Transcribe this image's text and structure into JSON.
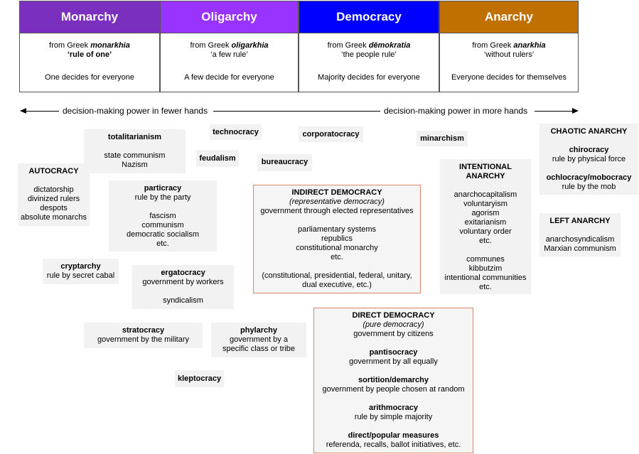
{
  "headers": [
    {
      "title": "Monarchy",
      "from": "from Greek ",
      "word": "monarkhia",
      "meaning": "‘rule of one’",
      "desc": "One decides for everyone",
      "color": "#7b2fbe"
    },
    {
      "title": "Oligarchy",
      "from": "from Greek ",
      "word": "oligarkhia",
      "meaning": "‘a few rule’",
      "desc": "A few decide for everyone",
      "color": "#9933ff"
    },
    {
      "title": "Democracy",
      "from": "from Greek ",
      "word": "dēmokratia",
      "meaning": "‘the people rule’",
      "desc": "Majority decides for everyone",
      "color": "#0000ff"
    },
    {
      "title": "Anarchy",
      "from": "from Greek ",
      "word": "anarkhia",
      "meaning": "‘without rulers’",
      "desc": "Everyone decides for themselves",
      "color": "#c07000"
    }
  ],
  "axis": {
    "left_label": "decision-making power in fewer hands",
    "right_label": "decision-making power in more hands"
  },
  "boxes": {
    "autocracy": {
      "title": "AUTOCRACY",
      "lines": [
        "dictatorship",
        "divinized rulers",
        "despots",
        "absolute monarchs"
      ]
    },
    "totalitarianism": {
      "title": "totalitarianism",
      "lines": [
        "state communism",
        "Nazism"
      ]
    },
    "technocracy": {
      "title": "technocracy"
    },
    "corporatocracy": {
      "title": "corporatocracy"
    },
    "minarchism": {
      "title": "minarchism"
    },
    "feudalism": {
      "title": "feudalism"
    },
    "bureaucracy": {
      "title": "bureaucracy"
    },
    "particracy": {
      "title": "particracy",
      "sub": "rule by the party",
      "lines": [
        "fascism",
        "communism",
        "democratic socialism",
        "etc."
      ]
    },
    "cryptarchy": {
      "title": "cryptarchy",
      "sub": "rule by secret cabal"
    },
    "ergatocracy": {
      "title": "ergatocracy",
      "sub": "government by workers",
      "lines": [
        "syndicalism"
      ]
    },
    "stratocracy": {
      "title": "stratocracy",
      "sub": "government by the military"
    },
    "phylarchy": {
      "title": "phylarchy",
      "lines": [
        "government by a",
        "specific class or tribe"
      ]
    },
    "kleptocracy": {
      "title": "kleptocracy"
    },
    "indirect": {
      "title": "INDIRECT DEMOCRACY",
      "italic": "(representative democracy)",
      "sub": "government through elected representatives",
      "lines": [
        "parliamentary systems",
        "republics",
        "constitutional monarchy",
        "etc."
      ],
      "note": [
        "(constitutional, presidential, federal, unitary,",
        "dual executive, etc.)"
      ]
    },
    "direct": {
      "title": "DIRECT DEMOCRACY",
      "italic": "(pure democracy)",
      "sub": "government by citizens",
      "items": [
        {
          "name": "pantisocracy",
          "desc": "government by all equally"
        },
        {
          "name": "sortition/demarchy",
          "desc": "government by people chosen at random"
        },
        {
          "name": "arithmocracy",
          "desc": "rule by simple majority"
        },
        {
          "name": "direct/popular measures",
          "desc": "referenda, recalls, ballot initiatives, etc."
        }
      ]
    },
    "intentional": {
      "title_lines": [
        "INTENTIONAL",
        "ANARCHY"
      ],
      "lines": [
        "anarchocapitalism",
        "voluntaryism",
        "agorism",
        "exitarianism",
        "voluntary order",
        "etc."
      ],
      "lines2": [
        "communes",
        "kibbutzim",
        "intentional communities",
        "etc."
      ]
    },
    "chaotic": {
      "title": "CHAOTIC ANARCHY",
      "items": [
        {
          "name": "chirocracy",
          "desc": "rule by physical force"
        },
        {
          "name": "ochlocracy/mobocracy",
          "desc": "rule by the mob"
        }
      ]
    },
    "left": {
      "title": "LEFT ANARCHY",
      "lines": [
        "anarchosyndicalism",
        "Marxian communism"
      ]
    }
  },
  "colors": {
    "box_bg": "#f2f2f2",
    "democracy_border": "#e2836e"
  }
}
